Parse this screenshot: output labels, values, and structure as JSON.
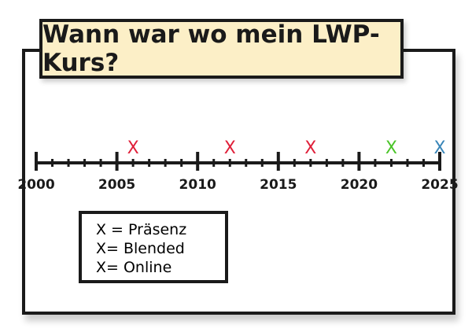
{
  "title": "Wann war wo mein LWP-Kurs?",
  "chart_data": {
    "type": "scatter",
    "title": "Wann war wo mein LWP-Kurs?",
    "x_range": [
      2000,
      2025
    ],
    "tick_labels": [
      "2000",
      "2005",
      "2010",
      "2015",
      "2020",
      "2025"
    ],
    "points": [
      {
        "year": 2006,
        "type": "Präsenz"
      },
      {
        "year": 2012,
        "type": "Präsenz"
      },
      {
        "year": 2017,
        "type": "Präsenz"
      },
      {
        "year": 2022,
        "type": "Online"
      },
      {
        "year": 2025,
        "type": "Blended"
      }
    ],
    "marker": "X"
  },
  "legend": [
    {
      "label": "X = Präsenz",
      "type": "Präsenz",
      "color": "#e0203a"
    },
    {
      "label": "X= Blended",
      "type": "Blended",
      "color": "#3a86b8"
    },
    {
      "label": "X= Online",
      "type": "Online",
      "color": "#4cc52a"
    }
  ]
}
